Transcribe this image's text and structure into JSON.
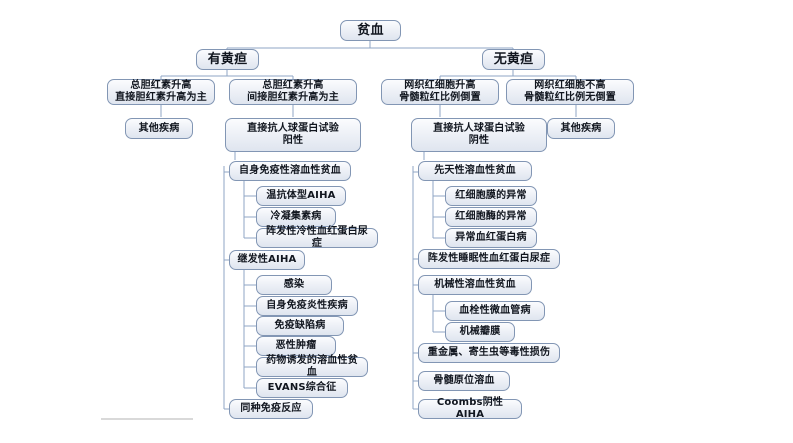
{
  "diagram": {
    "title": "贫血",
    "theme": {
      "box_border": "#8296b4",
      "box_fill_top": "#fbfcfe",
      "box_fill_bottom": "#dfe5ef",
      "connector": "#8fa6c4",
      "text": "#11161f",
      "page_background": "#ffffff"
    },
    "nodes": {
      "root": "贫血",
      "jaundice_yes": "有黄疸",
      "jaundice_no": "无黄疸",
      "bili_direct": "总胆红素升高\n直接胆红素升高为主",
      "bili_indirect": "总胆红素升高\n间接胆红素升高为主",
      "retic_high": "网织红细胞升高\n骨髄粒红比例倒置",
      "retic_normal": "网织红细胞不高\n骨髄粒红比例无倒置",
      "other_disease_left": "其他疾病",
      "other_disease_right": "其他疾病",
      "coombs_positive": "直接抗人球蛋白试验\n阳性",
      "coombs_negative": "直接抗人球蛋白试验\n阴性"
    },
    "left_branch": {
      "main_items": [
        {
          "label": "自身免疫性溶血性贫血"
        },
        {
          "label": "继发性AIHA"
        },
        {
          "label": "同种免疫反应"
        }
      ],
      "group_a": [
        "温抗体型AIHA",
        "冷凝集素病",
        "阵发性冷性血红蛋白尿症"
      ],
      "group_b": [
        "感染",
        "自身免疫炎性疾病",
        "免疫缺陷病",
        "恶性肿瘤",
        "药物诱发的溶血性贫血",
        "EVANS综合征"
      ]
    },
    "right_branch": {
      "main_items": [
        {
          "label": "先天性溶血性贫血"
        },
        {
          "label": "阵发性睡眠性血红蛋白尿症"
        },
        {
          "label": "机械性溶血性贫血"
        },
        {
          "label": "重金属、寄生虫等毒性损伤"
        },
        {
          "label": "骨髄原位溶血"
        },
        {
          "label": "Coombs阴性AIHA"
        }
      ],
      "group_a": [
        "红细胞膜的异常",
        "红细胞酶的异常",
        "异常血红蛋白病"
      ],
      "group_b": [
        "血栓性微血管病",
        "机械瓣膜"
      ]
    }
  }
}
